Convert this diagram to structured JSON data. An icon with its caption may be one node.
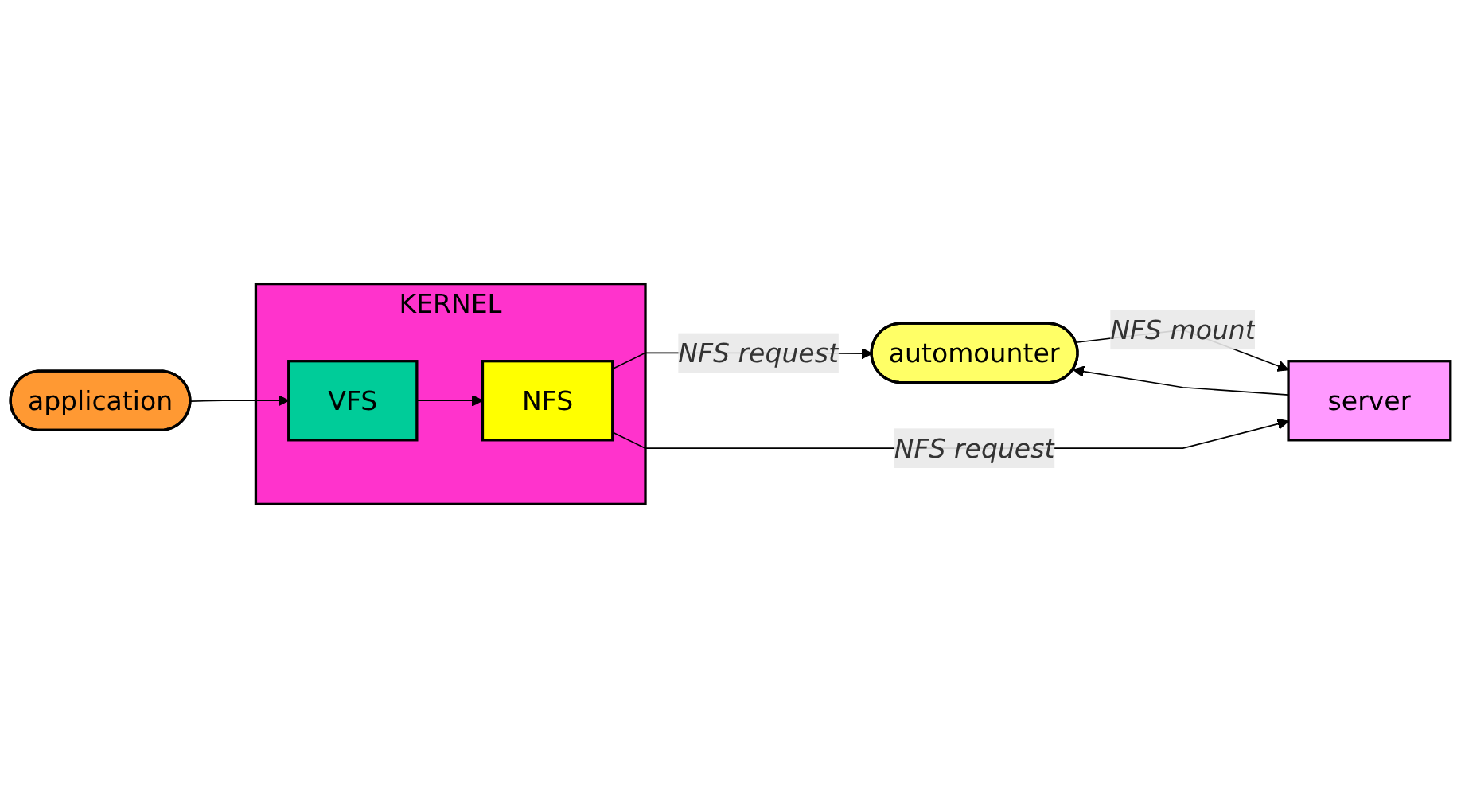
{
  "diagram": {
    "nodes": [
      {
        "text": [
          "application"
        ]
      },
      {
        "text": [
          "automounter"
        ]
      },
      {
        "text": [
          "server"
        ]
      },
      {
        "text": [
          "KERNEL"
        ]
      },
      {
        "text": [
          "VFS"
        ],
        "in": 3
      },
      {
        "text": [
          "NFS"
        ],
        "in": 3
      }
    ],
    "edges": [
      {
        "from": 0,
        "to": 4,
        "arrow": "to"
      },
      {
        "from": 4,
        "to": 5,
        "arrow": "to"
      },
      {
        "from": 5,
        "to": 1,
        "label": "NFS request",
        "arrow": "to"
      },
      {
        "from": 1,
        "to": 2,
        "label": "NFS mount",
        "arrow": "to"
      },
      {
        "from": 2,
        "to": 1,
        "arrow": "to"
      },
      {
        "from": 5,
        "to": 2,
        "label": "NFS request",
        "arrow": "to"
      }
    ]
  }
}
